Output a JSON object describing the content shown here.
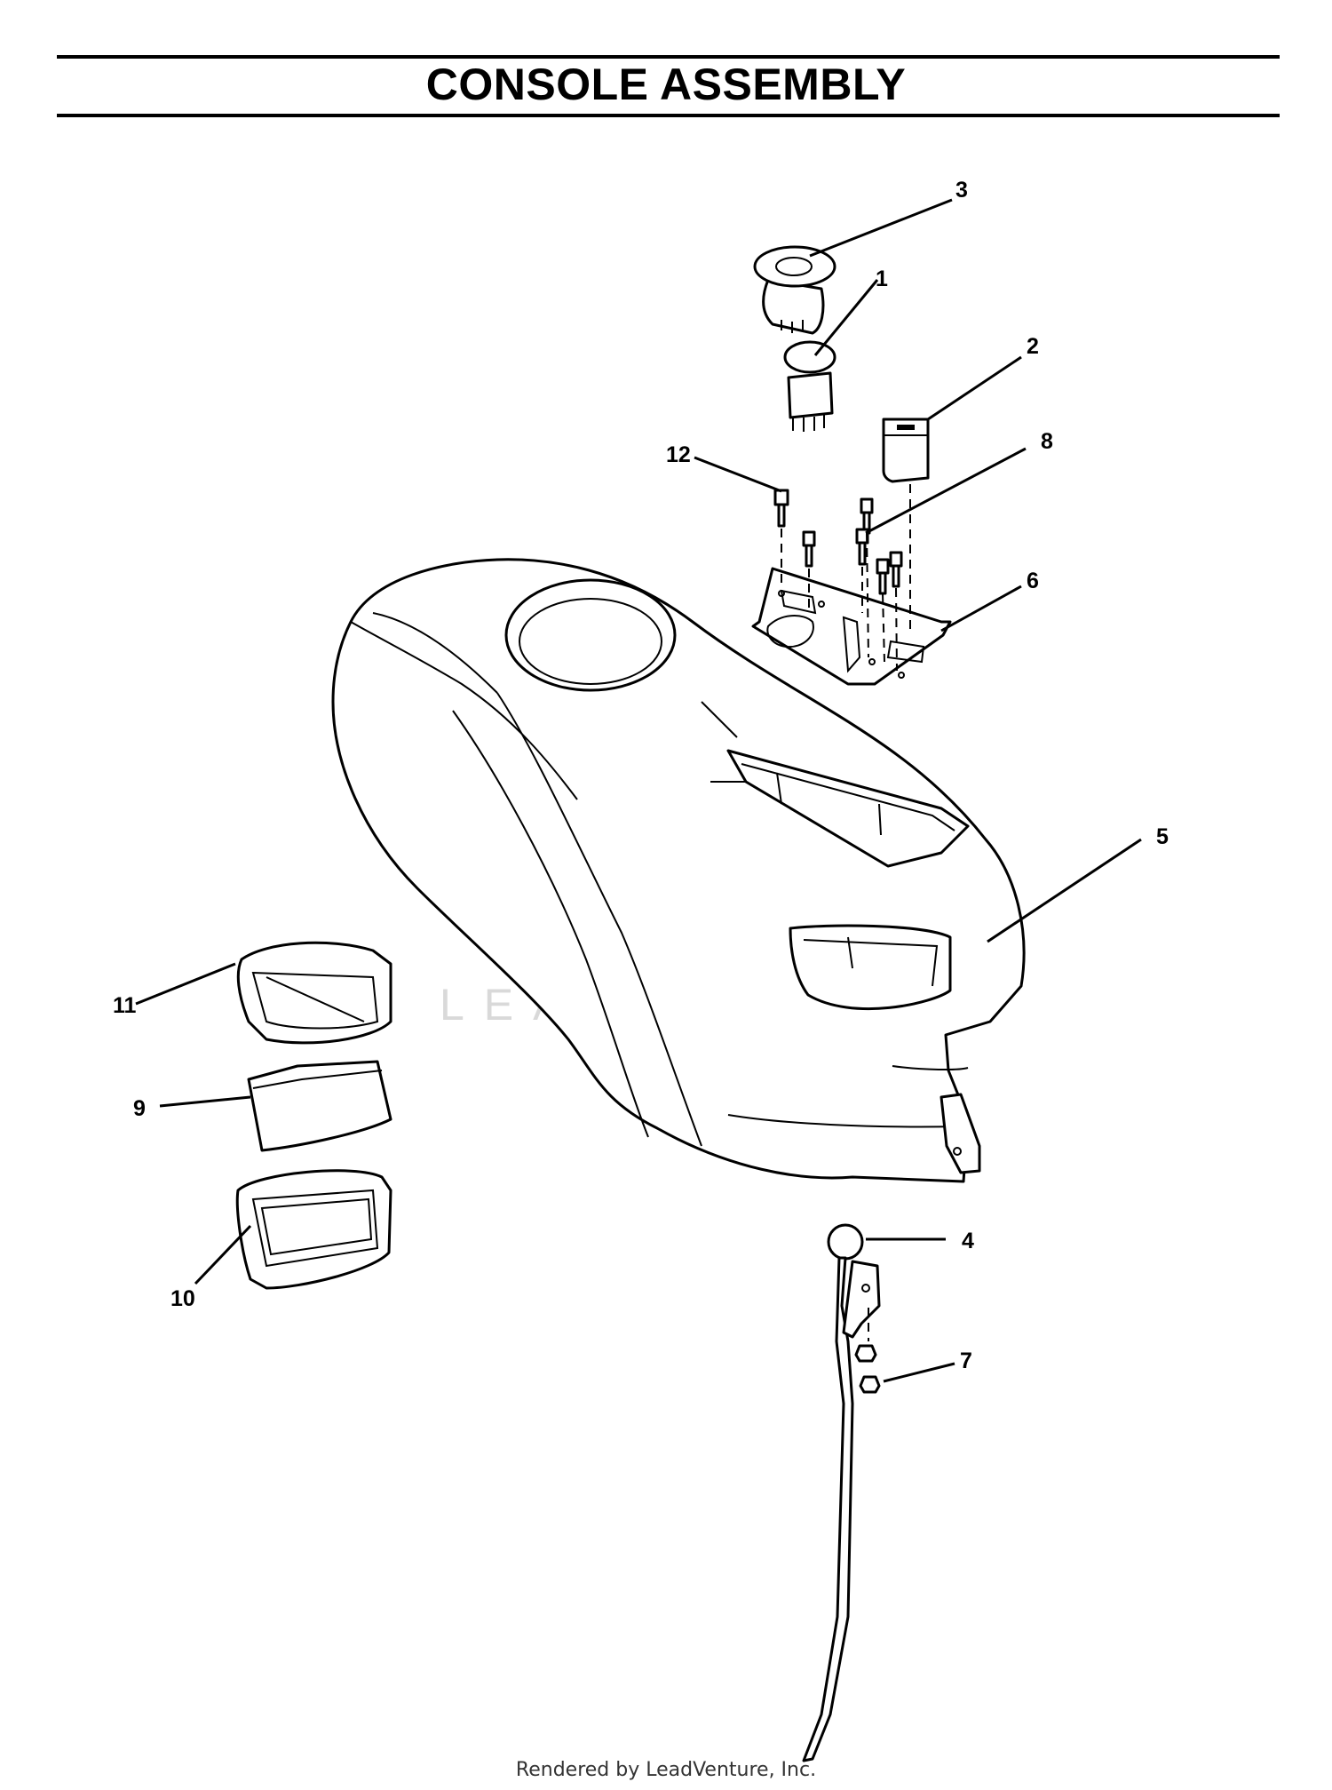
{
  "header": {
    "title": "CONSOLE ASSEMBLY"
  },
  "callouts": {
    "c1": "1",
    "c2": "2",
    "c3": "3",
    "c4": "4",
    "c5": "5",
    "c6": "6",
    "c7": "7",
    "c8": "8",
    "c9": "9",
    "c10": "10",
    "c11": "11",
    "c12": "12"
  },
  "watermark": {
    "text": "LEADVENTURE"
  },
  "footer": {
    "text": "Rendered by LeadVenture, Inc."
  }
}
